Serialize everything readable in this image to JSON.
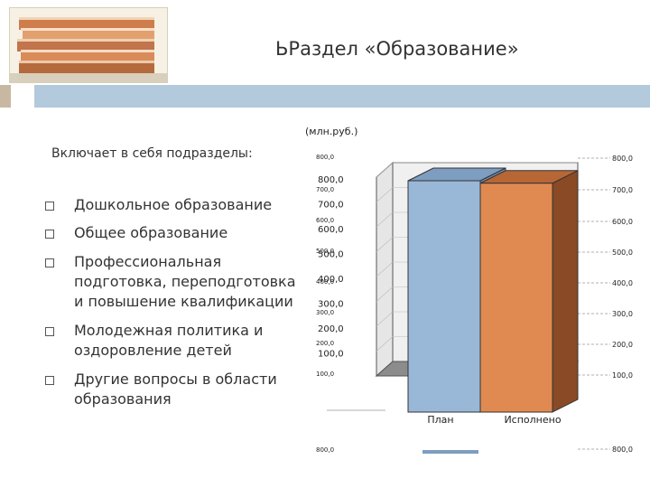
{
  "slide": {
    "title": "ЬРаздел «Образование»",
    "units": "(млн.руб.)",
    "intro": "Включает в себя подразделы:",
    "bullets": [
      "Дошкольное образование",
      "Общее образование",
      "Профессиональная подготовка, переподготовка и повышение квалификации",
      "Молодежная политика и оздоровление детей",
      "Другие вопросы в области образования"
    ]
  },
  "colors": {
    "top_bar": "#b3c9dc",
    "top_bar_left": "#c9b8a1",
    "plan_bar": "#99b8d8",
    "executed_bar": "#e08a52",
    "wall": "#f0f0f0",
    "floor": "#8c8c8c"
  },
  "chart_data": {
    "type": "bar",
    "categories": [
      "План",
      "Исполнено"
    ],
    "series": [
      {
        "values": [
          800,
          790
        ]
      }
    ],
    "ylim": [
      0,
      800
    ],
    "ticks": [
      "800,0",
      "700,0",
      "600,0",
      "500,0",
      "400,0",
      "300,0",
      "200,0",
      "100,0"
    ],
    "back_axis_left_labels": [
      "800,0",
      "700,0",
      "600,0",
      "500,0",
      "400,0",
      "300,0",
      "200,0",
      "100,0",
      "800,0"
    ],
    "right_axis_labels": [
      "800,0",
      "700,0",
      "600,0",
      "500,0",
      "400,0",
      "300,0",
      "200,0",
      "100,0",
      "800,0"
    ],
    "grid": true,
    "legend": "none"
  }
}
